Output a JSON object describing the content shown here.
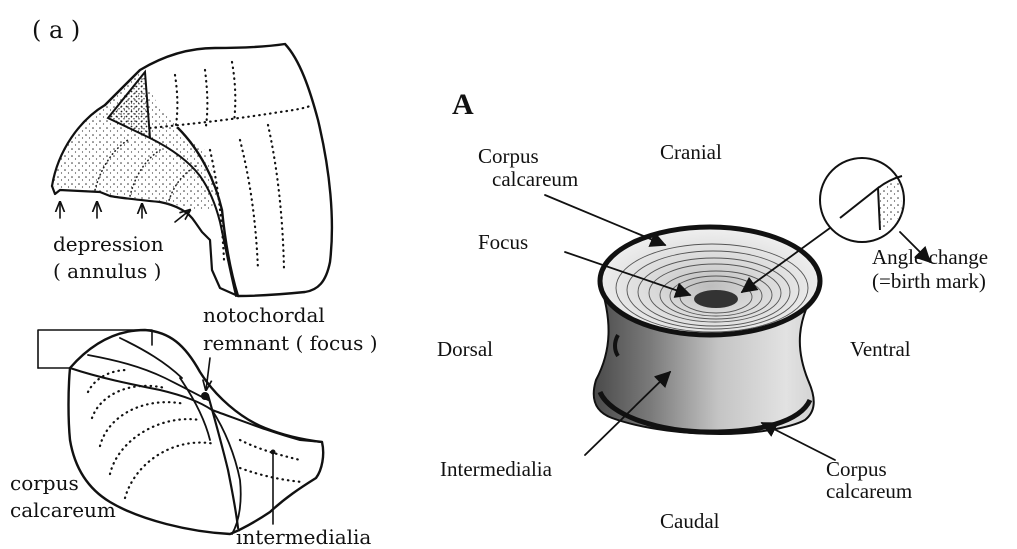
{
  "panel_a": {
    "panel_label": "( a )",
    "labels": {
      "depression": "depression",
      "annulus": "( annulus )",
      "notochordal": "notochordal",
      "remnant_focus": "remnant ( focus )",
      "corpus": "corpus",
      "calcareum": "calcareum",
      "intermedialia": "intermedialia"
    }
  },
  "panel_A": {
    "panel_label": "A",
    "labels": {
      "cranial": "Cranial",
      "caudal": "Caudal",
      "dorsal": "Dorsal",
      "ventral": "Ventral",
      "corpus_top_1": "Corpus",
      "corpus_top_2": "calcareum",
      "focus": "Focus",
      "angle_change": "Angle change",
      "birth_mark": "(=birth mark)",
      "intermedialia": "Intermedialia",
      "corpus_bottom_1": "Corpus",
      "corpus_bottom_2": "calcareum"
    }
  }
}
